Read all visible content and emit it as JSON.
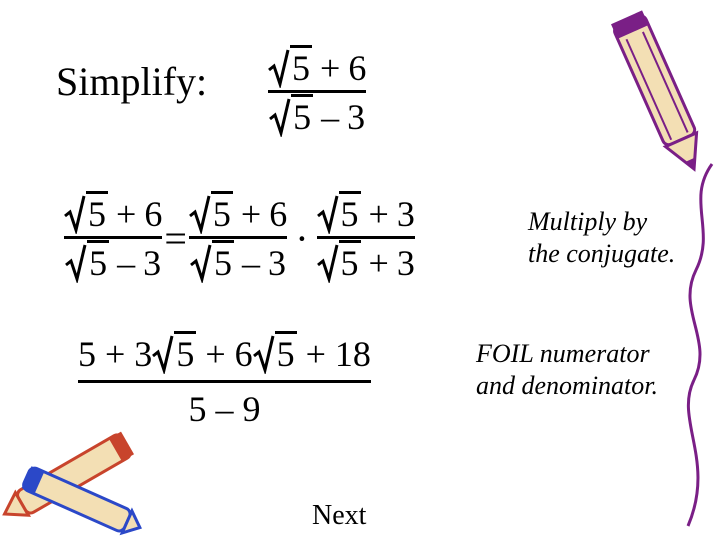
{
  "heading": {
    "label": "Simplify:"
  },
  "problem": {
    "numerator": {
      "radicand": "5",
      "op": "+",
      "constant": "6"
    },
    "denominator": {
      "radicand": "5",
      "op": "–",
      "constant": "3"
    }
  },
  "step1": {
    "left": {
      "num_radicand": "5",
      "num_op": "+",
      "num_const": "6",
      "den_radicand": "5",
      "den_op": "–",
      "den_const": "3"
    },
    "equals": "=",
    "middle": {
      "num_radicand": "5",
      "num_op": "+",
      "num_const": "6",
      "den_radicand": "5",
      "den_op": "–",
      "den_const": "3"
    },
    "times": "·",
    "right": {
      "num_radicand": "5",
      "num_op": "+",
      "num_const": "3",
      "den_radicand": "5",
      "den_op": "+",
      "den_const": "3"
    },
    "note_line1": "Multiply by",
    "note_line2": "the conjugate."
  },
  "step2": {
    "num_a": "5 + 3",
    "num_rad1": "5",
    "num_b": " + 6",
    "num_rad2": "5",
    "num_c": " + 18",
    "denominator": "5 – 9",
    "note_line1": "FOIL numerator",
    "note_line2": "and denominator."
  },
  "nav": {
    "next_label": "Next"
  },
  "colors": {
    "pencil_purple": "#7a1f86",
    "pencil_tan": "#f3dfb4",
    "pencil_red": "#c8442c",
    "pencil_blue": "#2b48c8"
  }
}
